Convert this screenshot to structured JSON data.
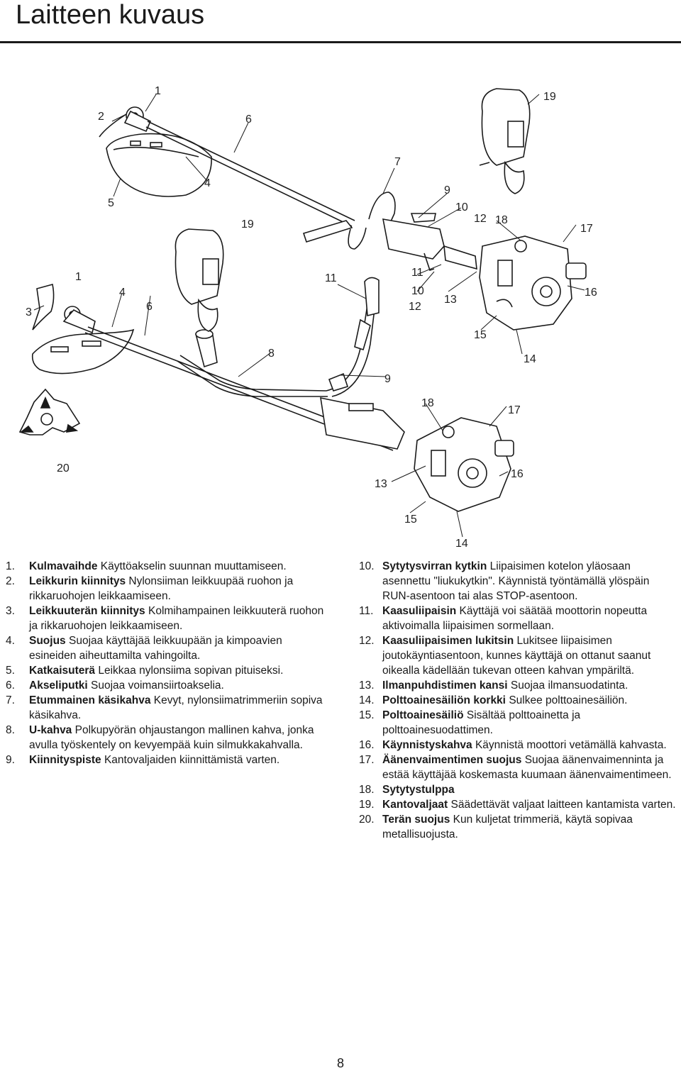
{
  "page": {
    "title": "Laitteen kuvaus",
    "page_number": "8"
  },
  "figure": {
    "callouts_top": [
      "1",
      "2",
      "6",
      "19",
      "7",
      "9",
      "10",
      "12",
      "18",
      "17",
      "5",
      "4",
      "19",
      "11",
      "11",
      "10",
      "12",
      "13",
      "16",
      "15",
      "14"
    ],
    "callouts_bottom": [
      "1",
      "3",
      "4",
      "6",
      "8",
      "9",
      "18",
      "17",
      "20",
      "13",
      "16",
      "15",
      "14"
    ]
  },
  "legend_left": [
    {
      "num": "1.",
      "term": "Kulmavaihde",
      "desc": "Käyttöakselin suunnan muuttamiseen."
    },
    {
      "num": "2.",
      "term": "Leikkurin kiinnitys",
      "desc": "Nylonsiiman leikkuupää ruohon ja rikkaruohojen leikkaamiseen."
    },
    {
      "num": "3.",
      "term": "Leikkuuterän kiinnitys",
      "desc": "Kolmihampainen leikkuuterä ruohon ja rikkaruohojen leikkaamiseen."
    },
    {
      "num": "4.",
      "term": "Suojus",
      "desc": "Suojaa käyttäjää leikkuupään ja kimpoavien esineiden aiheuttamilta vahingoilta."
    },
    {
      "num": "5.",
      "term": "Katkaisuterä",
      "desc": "Leikkaa nylonsiima sopivan pituiseksi."
    },
    {
      "num": "6.",
      "term": "Akseliputki",
      "desc": "Suojaa voimansiirtoakselia."
    },
    {
      "num": "7.",
      "term": "Etummainen käsikahva",
      "desc": "Kevyt, nylonsiimatrimmeriin sopiva käsikahva."
    },
    {
      "num": "8.",
      "term": "U-kahva",
      "desc": "Polkupyörän ohjaustangon mallinen kahva, jonka avulla työskentely on kevyempää kuin silmukkakahvalla."
    },
    {
      "num": "9.",
      "term": "Kiinnityspiste",
      "desc": "Kantovaljaiden kiinnittämistä varten."
    }
  ],
  "legend_right": [
    {
      "num": "10.",
      "term": "Sytytysvirran kytkin",
      "desc": "Liipaisimen kotelon yläosaan asennettu \"liukukytkin\". Käynnistä työntämällä ylöspäin RUN-asentoon tai alas STOP-asentoon."
    },
    {
      "num": "11.",
      "term": "Kaasuliipaisin",
      "desc": "Käyttäjä voi säätää moottorin nopeutta aktivoimalla liipaisimen sormellaan."
    },
    {
      "num": "12.",
      "term": "Kaasuliipaisimen lukitsin",
      "desc": "Lukitsee liipaisimen joutokäyntiasentoon, kunnes käyttäjä on ottanut saanut oikealla kädellään tukevan otteen kahvan ympäriltä."
    },
    {
      "num": "13.",
      "term": "Ilmanpuhdistimen kansi",
      "desc": "Suojaa ilmansuodatinta."
    },
    {
      "num": "14.",
      "term": "Polttoainesäiliön korkki",
      "desc": "Sulkee polttoainesäiliön."
    },
    {
      "num": "15.",
      "term": "Polttoainesäiliö",
      "desc": "Sisältää polttoainetta ja polttoainesuodattimen."
    },
    {
      "num": "16.",
      "term": "Käynnistyskahva",
      "desc": "Käynnistä moottori vetämällä kahvasta."
    },
    {
      "num": "17.",
      "term": "Äänenvaimentimen suojus",
      "desc": "Suojaa äänenvaimenninta ja estää käyttäjää koskemasta kuumaan äänenvaimentimeen."
    },
    {
      "num": "18.",
      "term": "Sytytystulppa",
      "desc": ""
    },
    {
      "num": "19.",
      "term": "Kantovaljaat",
      "desc": "Säädettävät valjaat laitteen kantamista varten."
    },
    {
      "num": "20.",
      "term": "Terän suojus",
      "desc": "Kun kuljetat trimmeriä, käytä sopivaa metallisuojusta."
    }
  ]
}
